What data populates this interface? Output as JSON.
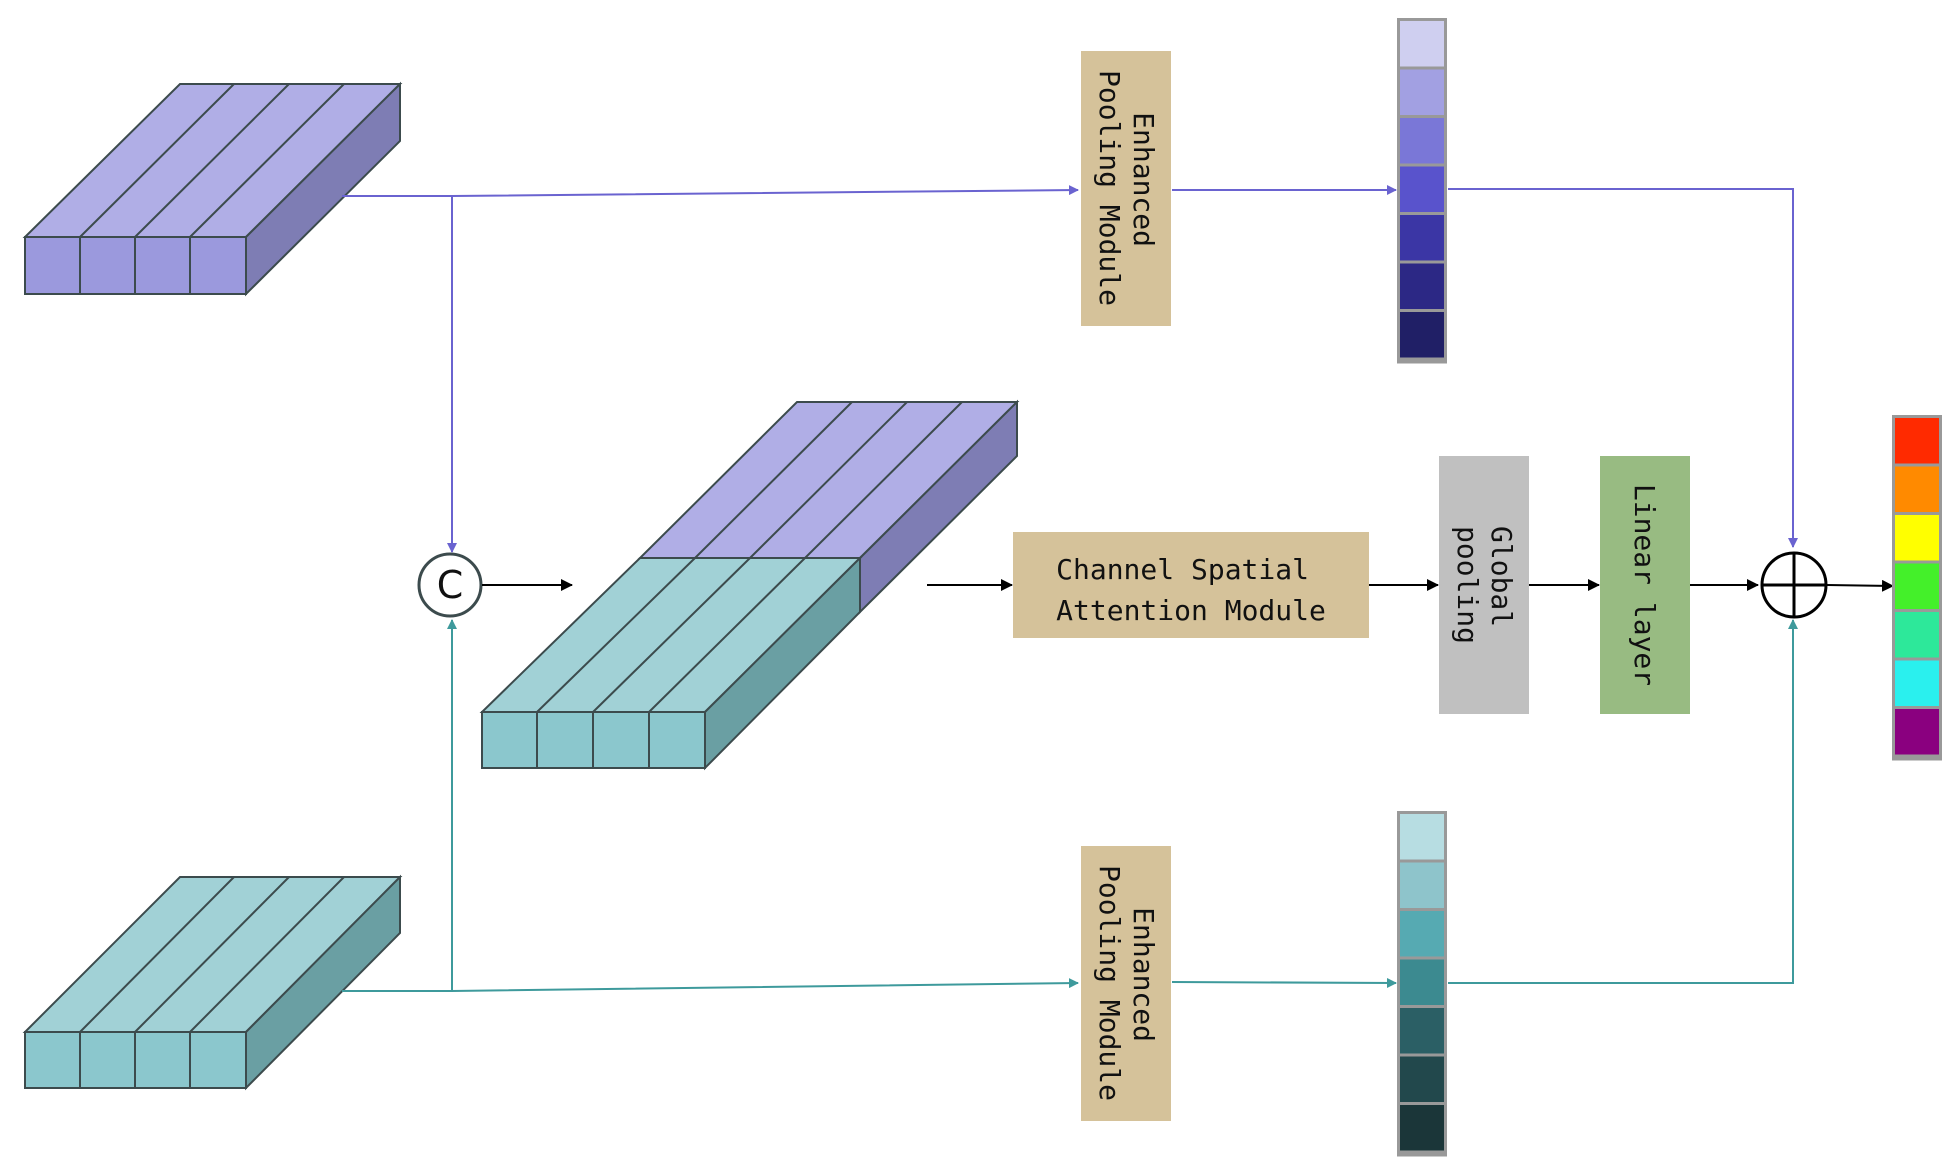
{
  "labels": {
    "concat_symbol": "C",
    "epm_top": [
      "Enhanced",
      "Pooling Module"
    ],
    "epm_bottom": [
      "Enhanced",
      "Pooling Module"
    ],
    "csam": [
      "Channel Spatial",
      "Attention Module"
    ],
    "global_pooling": [
      "Global",
      "pooling"
    ],
    "linear_layer": "Linear layer"
  },
  "colors": {
    "purple_top": "#b0aee6",
    "purple_front": "#9b99dd",
    "purple_side": "#7e7db4",
    "teal_top": "#a1d1d6",
    "teal_front": "#8bc7cd",
    "teal_side": "#6a9fa3",
    "edge": "#3c4b4d",
    "arrow_purple": "#6a63d0",
    "arrow_teal": "#3e9a9c",
    "arrow_black": "#000000",
    "module_box": "#d5c29a",
    "global_pool_box": "#c0c0c0",
    "linear_box": "#98bb82",
    "vector_frame": "#999999"
  },
  "vectors": {
    "purple": [
      "#cfcff0",
      "#a2a0e2",
      "#7a77d7",
      "#5953cc",
      "#3b36a5",
      "#2c2885",
      "#201f66"
    ],
    "teal": [
      "#b7dde2",
      "#8ec4cb",
      "#56aab2",
      "#3c8a90",
      "#2b5f65",
      "#22484c",
      "#1b3639"
    ],
    "output": [
      "#ff2a00",
      "#ff8a00",
      "#ffff00",
      "#44f02a",
      "#2de89a",
      "#2af0ee",
      "#8a007f"
    ]
  }
}
